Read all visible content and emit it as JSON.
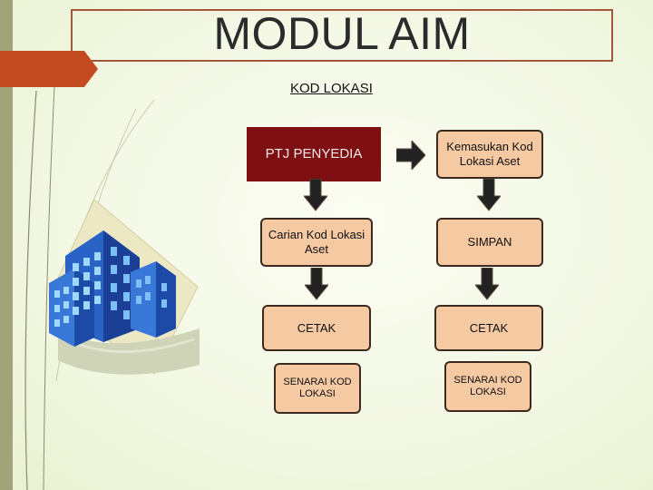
{
  "slide": {
    "title": "MODUL AIM",
    "subtitle": "KOD LOKASI"
  },
  "flow": {
    "left": {
      "step1": "PTJ PENYEDIA",
      "step2": "Carian Kod Lokasi Aset",
      "step3": "CETAK",
      "step4": "SENARAI KOD LOKASI"
    },
    "right": {
      "step1": "Kemasukan Kod Lokasi Aset",
      "step2": "SIMPAN",
      "step3": "CETAK",
      "step4": "SENARAI KOD LOKASI"
    }
  },
  "colors": {
    "accent": "#c44a22",
    "title_border": "#a0583e",
    "dark_box": "#7e0f12",
    "box_fill": "#f5c9a2",
    "arrow": "#222222"
  },
  "icons": [
    "building-clipart",
    "arrow-right-icon",
    "arrow-down-icon"
  ]
}
